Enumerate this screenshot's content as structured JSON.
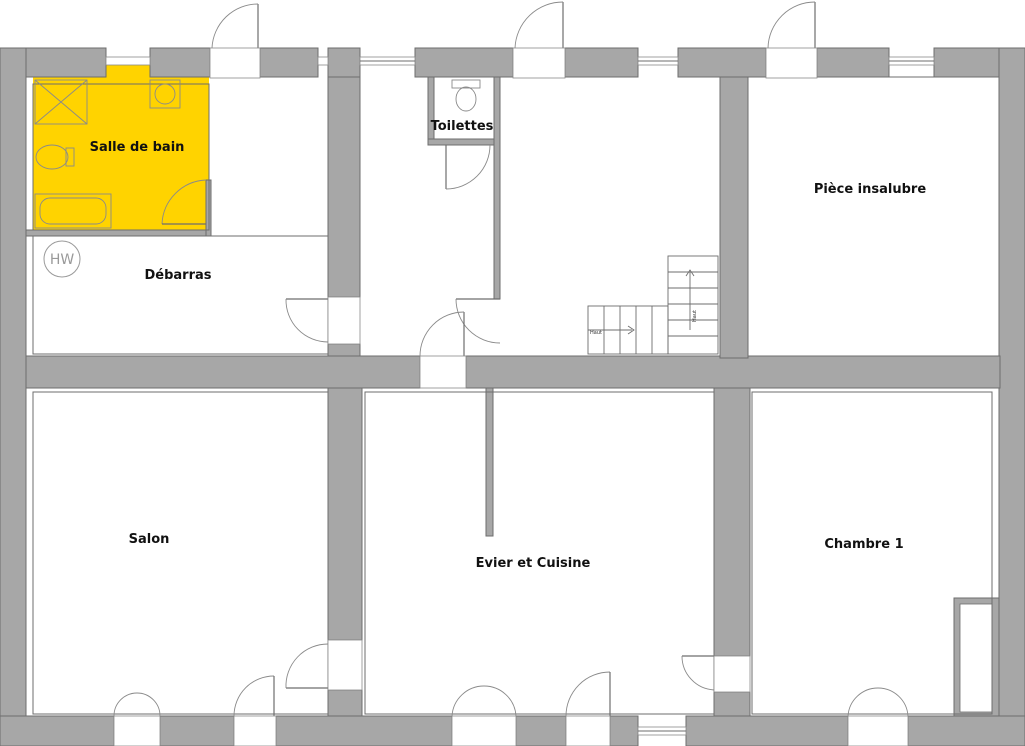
{
  "colors": {
    "wall": "#a7a7a7",
    "wall_edge": "#6d6d6d",
    "highlight": "#ffd300",
    "background": "#ffffff"
  },
  "rooms": {
    "salle_de_bain": "Salle de bain",
    "toilettes": "Toilettes",
    "piece_insalubre": "Pièce insalubre",
    "debarras": "Débarras",
    "salon": "Salon",
    "evier_cuisine": "Evier et Cuisine",
    "chambre_1": "Chambre 1"
  },
  "symbols": {
    "water_heater": "HW",
    "stair_up_1": "Haut",
    "stair_up_2": "Haut"
  },
  "highlighted_room": "Salle de bain"
}
